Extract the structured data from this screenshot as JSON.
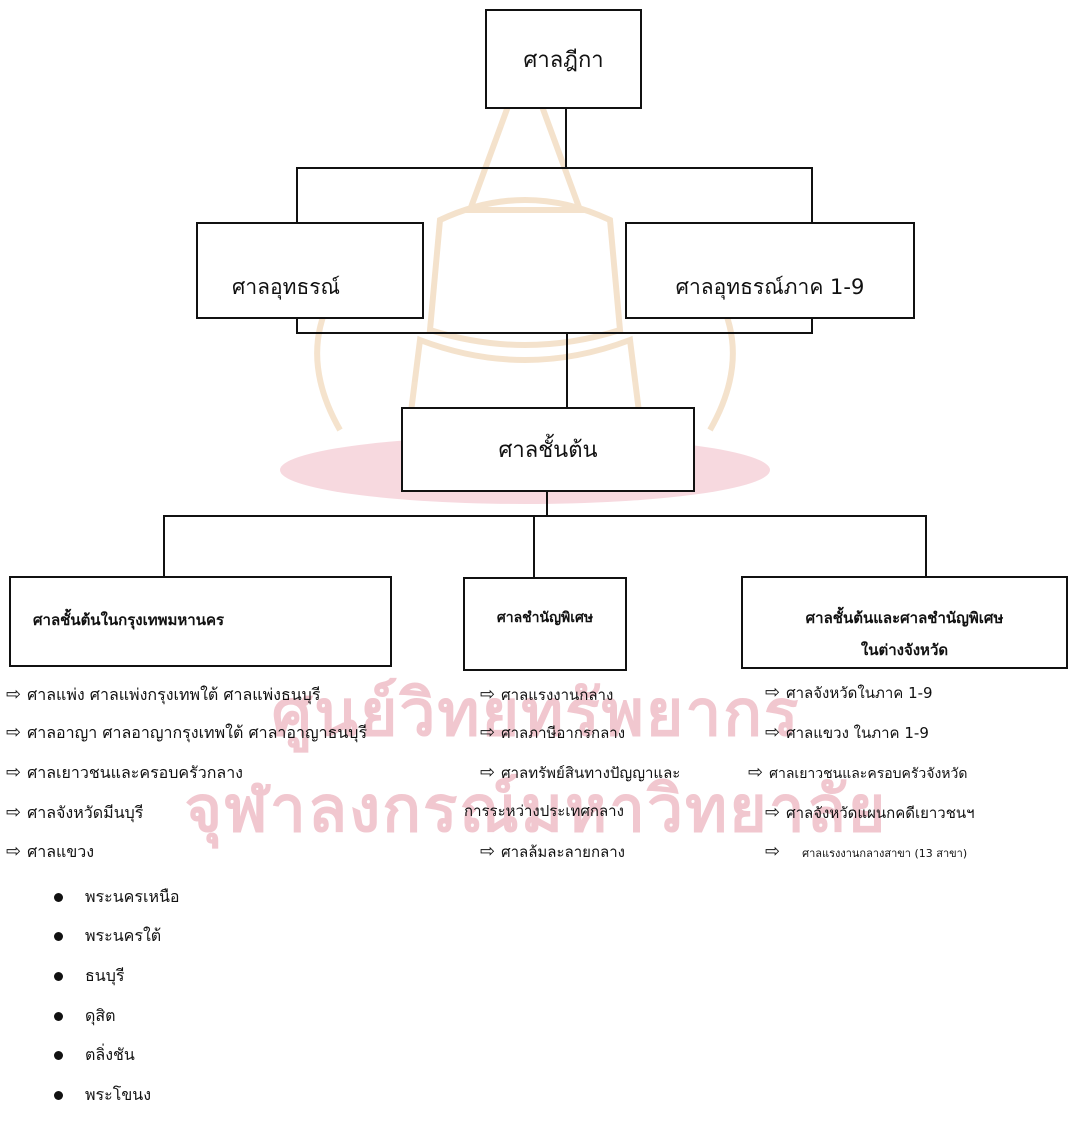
{
  "watermark": {
    "line1": "ศูนย์วิทยทรัพยากร",
    "line2": "จุฬาลงกรณ์มหาวิทยาลัย"
  },
  "nodes": {
    "supreme": "ศาลฎีกา",
    "appeal": "ศาลอุทธรณ์",
    "appeal_regional": "ศาลอุทธรณ์ภาค 1-9",
    "first_instance": "ศาลชั้นต้น",
    "bangkok": "ศาลชั้นต้นในกรุงเทพมหานคร",
    "specialized": "ศาลชำนัญพิเศษ",
    "provincial_line1": "ศาลชั้นต้นและศาลชำนัญพิเศษ",
    "provincial_line2": "ในต่างจังหวัด"
  },
  "bangkok_list": [
    "ศาลแพ่ง  ศาลแพ่งกรุงเทพใต้ ศาลแพ่งธนบุรี",
    "ศาลอาญา ศาลอาญากรุงเทพใต้ ศาลาอาญาธนบุรี",
    "ศาลเยาวชนและครอบครัวกลาง",
    "ศาลจังหวัดมีนบุรี",
    "ศาลแขวง"
  ],
  "district_courts": [
    "พระนครเหนือ",
    "พระนครใต้",
    "ธนบุรี",
    "ดุสิต",
    "ตลิ่งชัน",
    "พระโขนง"
  ],
  "specialized_list": [
    "ศาลแรงงานกลาง",
    "ศาลภาษีอากรกลาง",
    "ศาลทรัพย์สินทางปัญญาและ",
    "ศาลล้มละลายกลาง"
  ],
  "specialized_continuation": "การระหว่างประเทศกลาง",
  "provincial_list": [
    "ศาลจังหวัดในภาค 1-9",
    "ศาลแขวง ในภาค 1-9",
    "ศาลเยาวชนและครอบครัวจังหวัด",
    "ศาลจังหวัดแผนกคดีเยาวชนฯ",
    "ศาลแรงงานกลางสาขา (13 สาขา)"
  ],
  "arrow_glyph": "⇨"
}
